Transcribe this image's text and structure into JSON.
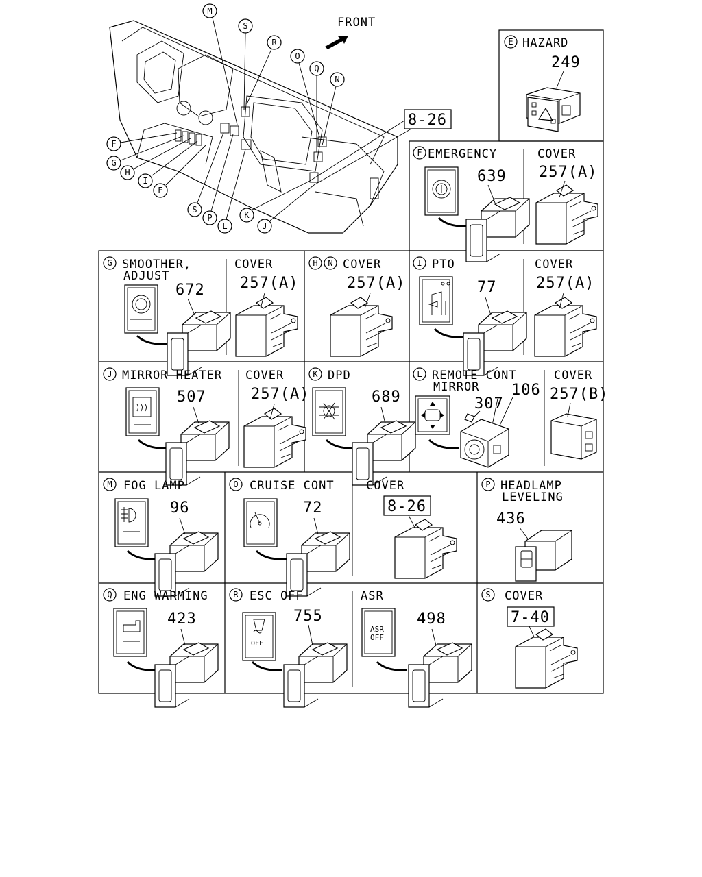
{
  "overview": {
    "front_label": "FRONT",
    "ref_box": "8-26",
    "callouts": [
      "M",
      "S",
      "R",
      "O",
      "Q",
      "N",
      "F",
      "G",
      "H",
      "I",
      "E",
      "S",
      "P",
      "L",
      "K",
      "J"
    ]
  },
  "panels": {
    "E": {
      "letter": "E",
      "title": "HAZARD",
      "part": "249"
    },
    "F": {
      "letter": "F",
      "title": "EMERGENCY",
      "part": "639",
      "cover_label": "COVER",
      "cover_part": "257(A)"
    },
    "G": {
      "letter": "G",
      "title": "SMOOTHER,",
      "title2": "ADJUST",
      "part": "672",
      "cover_label": "COVER",
      "cover_part": "257(A)"
    },
    "HN": {
      "letter1": "H",
      "letter2": "N",
      "title": "COVER",
      "cover_part": "257(A)"
    },
    "I": {
      "letter": "I",
      "title": "PTO",
      "part": "77",
      "cover_label": "COVER",
      "cover_part": "257(A)"
    },
    "J": {
      "letter": "J",
      "title": "MIRROR HEATER",
      "part": "507",
      "cover_label": "COVER",
      "cover_part": "257(A)"
    },
    "K": {
      "letter": "K",
      "title": "DPD",
      "part": "689"
    },
    "L": {
      "letter": "L",
      "title": "REMOTE CONT",
      "title2": "MIRROR",
      "part_a": "307",
      "part_b": "106",
      "cover_label": "COVER",
      "cover_part": "257(B)"
    },
    "M": {
      "letter": "M",
      "title": "FOG LAMP",
      "part": "96"
    },
    "O": {
      "letter": "O",
      "title": "CRUISE CONT",
      "part": "72",
      "cover_label": "COVER",
      "cover_ref": "8-26"
    },
    "P": {
      "letter": "P",
      "title": "HEADLAMP",
      "title2": "LEVELING",
      "part": "436"
    },
    "Q": {
      "letter": "Q",
      "title": "ENG WARMING",
      "part": "423"
    },
    "R": {
      "letter": "R",
      "title": "ESC OFF",
      "part": "755",
      "asr_label": "ASR",
      "asr_part": "498",
      "asr_icon_line1": "ASR",
      "asr_icon_line2": "OFF",
      "esc_icon_text": "OFF"
    },
    "S": {
      "letter": "S",
      "title": "COVER",
      "cover_ref": "7-40"
    }
  }
}
